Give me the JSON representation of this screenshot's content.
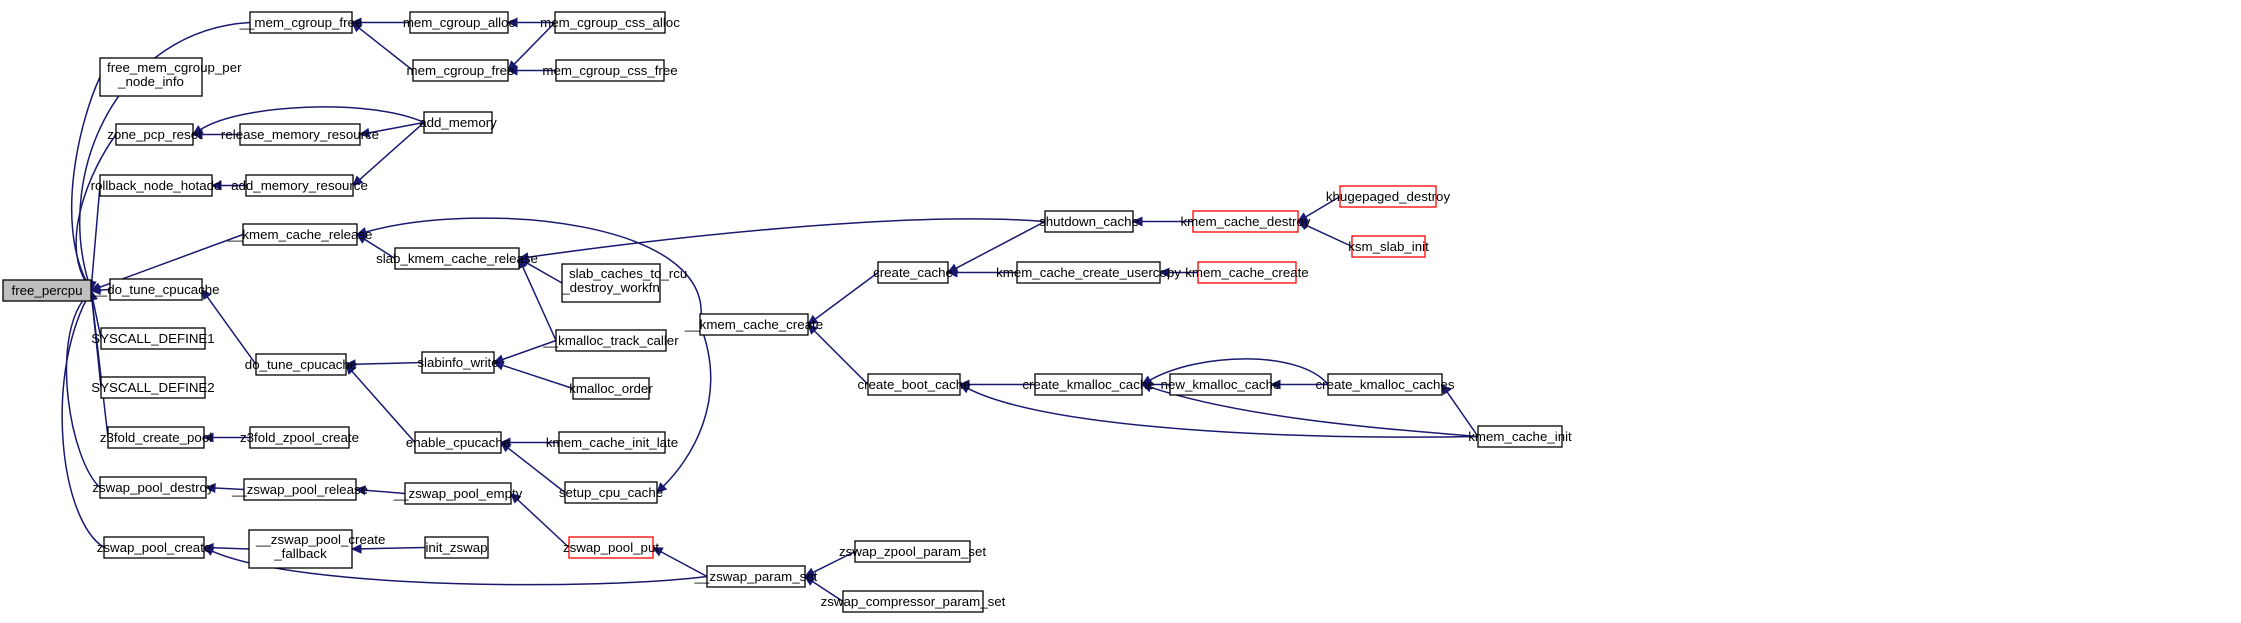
{
  "graph": {
    "nodes": [
      {
        "id": "free_percpu",
        "lines": [
          "free_percpu"
        ],
        "root": true
      },
      {
        "id": "mem_cgroup_free_",
        "lines": [
          "__mem_cgroup_free"
        ]
      },
      {
        "id": "free_mem_cgroup_per_node_info",
        "lines": [
          "free_mem_cgroup_per",
          "_node_info"
        ]
      },
      {
        "id": "zone_pcp_reset",
        "lines": [
          "zone_pcp_reset"
        ]
      },
      {
        "id": "rollback_node_hotadd",
        "lines": [
          "rollback_node_hotadd"
        ]
      },
      {
        "id": "kmem_cache_release_",
        "lines": [
          "__kmem_cache_release"
        ]
      },
      {
        "id": "do_tune_cpucache_",
        "lines": [
          "__do_tune_cpucache"
        ]
      },
      {
        "id": "SYSCALL_DEFINE1",
        "lines": [
          "SYSCALL_DEFINE1"
        ]
      },
      {
        "id": "SYSCALL_DEFINE2",
        "lines": [
          "SYSCALL_DEFINE2"
        ]
      },
      {
        "id": "z3fold_create_pool",
        "lines": [
          "z3fold_create_pool"
        ]
      },
      {
        "id": "zswap_pool_destroy",
        "lines": [
          "zswap_pool_destroy"
        ]
      },
      {
        "id": "zswap_pool_create",
        "lines": [
          "zswap_pool_create"
        ]
      },
      {
        "id": "mem_cgroup_alloc",
        "lines": [
          "mem_cgroup_alloc"
        ]
      },
      {
        "id": "mem_cgroup_free",
        "lines": [
          "mem_cgroup_free"
        ]
      },
      {
        "id": "mem_cgroup_css_alloc",
        "lines": [
          "mem_cgroup_css_alloc"
        ]
      },
      {
        "id": "mem_cgroup_css_free",
        "lines": [
          "mem_cgroup_css_free"
        ]
      },
      {
        "id": "release_memory_resource",
        "lines": [
          "release_memory_resource"
        ]
      },
      {
        "id": "add_memory",
        "lines": [
          "add_memory"
        ]
      },
      {
        "id": "add_memory_resource",
        "lines": [
          "add_memory_resource"
        ]
      },
      {
        "id": "slab_kmem_cache_release",
        "lines": [
          "slab_kmem_cache_release"
        ]
      },
      {
        "id": "slab_caches_to_rcu_destroy_workfn",
        "lines": [
          "slab_caches_to_rcu",
          "_destroy_workfn"
        ]
      },
      {
        "id": "kmalloc_track_caller_",
        "lines": [
          "__kmalloc_track_caller"
        ]
      },
      {
        "id": "kmalloc_order",
        "lines": [
          "kmalloc_order"
        ]
      },
      {
        "id": "do_tune_cpucache",
        "lines": [
          "do_tune_cpucache"
        ]
      },
      {
        "id": "slabinfo_write",
        "lines": [
          "slabinfo_write"
        ]
      },
      {
        "id": "enable_cpucache",
        "lines": [
          "enable_cpucache"
        ]
      },
      {
        "id": "kmem_cache_init_late",
        "lines": [
          "kmem_cache_init_late"
        ]
      },
      {
        "id": "setup_cpu_cache",
        "lines": [
          "setup_cpu_cache"
        ]
      },
      {
        "id": "kmem_cache_create_",
        "lines": [
          "__kmem_cache_create"
        ]
      },
      {
        "id": "z3fold_zpool_create",
        "lines": [
          "z3fold_zpool_create"
        ]
      },
      {
        "id": "zswap_pool_release_",
        "lines": [
          "__zswap_pool_release"
        ]
      },
      {
        "id": "zswap_pool_empty_",
        "lines": [
          "__zswap_pool_empty"
        ]
      },
      {
        "id": "zswap_pool_put",
        "lines": [
          "zswap_pool_put"
        ],
        "red": true
      },
      {
        "id": "zswap_pool_create_fallback_",
        "lines": [
          "__zswap_pool_create",
          "_fallback"
        ]
      },
      {
        "id": "init_zswap",
        "lines": [
          "init_zswap"
        ]
      },
      {
        "id": "zswap_param_set_",
        "lines": [
          "__zswap_param_set"
        ]
      },
      {
        "id": "zswap_zpool_param_set",
        "lines": [
          "zswap_zpool_param_set"
        ]
      },
      {
        "id": "zswap_compressor_param_set",
        "lines": [
          "zswap_compressor_param_set"
        ]
      },
      {
        "id": "create_cache",
        "lines": [
          "create_cache"
        ]
      },
      {
        "id": "create_boot_cache",
        "lines": [
          "create_boot_cache"
        ]
      },
      {
        "id": "shutdown_cache",
        "lines": [
          "shutdown_cache"
        ]
      },
      {
        "id": "kmem_cache_create_usercopy",
        "lines": [
          "kmem_cache_create_usercopy"
        ]
      },
      {
        "id": "create_kmalloc_cache",
        "lines": [
          "create_kmalloc_cache"
        ]
      },
      {
        "id": "kmem_cache_destroy",
        "lines": [
          "kmem_cache_destroy"
        ],
        "red": true
      },
      {
        "id": "kmem_cache_create",
        "lines": [
          "kmem_cache_create"
        ],
        "red": true
      },
      {
        "id": "new_kmalloc_cache",
        "lines": [
          "new_kmalloc_cache"
        ]
      },
      {
        "id": "khugepaged_destroy",
        "lines": [
          "khugepaged_destroy"
        ],
        "red": true
      },
      {
        "id": "ksm_slab_init",
        "lines": [
          "ksm_slab_init"
        ],
        "red": true
      },
      {
        "id": "create_kmalloc_caches",
        "lines": [
          "create_kmalloc_caches"
        ]
      },
      {
        "id": "kmem_cache_init",
        "lines": [
          "kmem_cache_init"
        ]
      }
    ],
    "edges": [
      {
        "from": "mem_cgroup_free_",
        "to": "free_percpu"
      },
      {
        "from": "free_mem_cgroup_per_node_info",
        "to": "free_percpu"
      },
      {
        "from": "zone_pcp_reset",
        "to": "free_percpu"
      },
      {
        "from": "rollback_node_hotadd",
        "to": "free_percpu"
      },
      {
        "from": "kmem_cache_release_",
        "to": "free_percpu"
      },
      {
        "from": "do_tune_cpucache_",
        "to": "free_percpu"
      },
      {
        "from": "SYSCALL_DEFINE1",
        "to": "free_percpu"
      },
      {
        "from": "SYSCALL_DEFINE2",
        "to": "free_percpu"
      },
      {
        "from": "z3fold_create_pool",
        "to": "free_percpu"
      },
      {
        "from": "zswap_pool_destroy",
        "to": "free_percpu"
      },
      {
        "from": "zswap_pool_create",
        "to": "free_percpu"
      },
      {
        "from": "mem_cgroup_alloc",
        "to": "mem_cgroup_free_"
      },
      {
        "from": "mem_cgroup_free",
        "to": "mem_cgroup_free_"
      },
      {
        "from": "mem_cgroup_css_alloc",
        "to": "mem_cgroup_alloc"
      },
      {
        "from": "mem_cgroup_css_alloc",
        "to": "mem_cgroup_free"
      },
      {
        "from": "mem_cgroup_css_free",
        "to": "mem_cgroup_free"
      },
      {
        "from": "release_memory_resource",
        "to": "zone_pcp_reset"
      },
      {
        "from": "add_memory",
        "to": "zone_pcp_reset"
      },
      {
        "from": "add_memory",
        "to": "release_memory_resource"
      },
      {
        "from": "add_memory_resource",
        "to": "rollback_node_hotadd"
      },
      {
        "from": "add_memory",
        "to": "add_memory_resource"
      },
      {
        "from": "slab_kmem_cache_release",
        "to": "kmem_cache_release_"
      },
      {
        "from": "kmem_cache_create_",
        "to": "kmem_cache_release_"
      },
      {
        "from": "shutdown_cache",
        "to": "slab_kmem_cache_release"
      },
      {
        "from": "slab_caches_to_rcu_destroy_workfn",
        "to": "slab_kmem_cache_release"
      },
      {
        "from": "kmalloc_track_caller_",
        "to": "slab_kmem_cache_release"
      },
      {
        "from": "do_tune_cpucache",
        "to": "do_tune_cpucache_"
      },
      {
        "from": "slabinfo_write",
        "to": "do_tune_cpucache"
      },
      {
        "from": "enable_cpucache",
        "to": "do_tune_cpucache"
      },
      {
        "from": "kmalloc_track_caller_",
        "to": "slabinfo_write"
      },
      {
        "from": "kmalloc_order",
        "to": "slabinfo_write"
      },
      {
        "from": "kmem_cache_init_late",
        "to": "enable_cpucache"
      },
      {
        "from": "setup_cpu_cache",
        "to": "enable_cpucache"
      },
      {
        "from": "kmem_cache_create_",
        "to": "setup_cpu_cache"
      },
      {
        "from": "create_cache",
        "to": "kmem_cache_create_"
      },
      {
        "from": "create_boot_cache",
        "to": "kmem_cache_create_"
      },
      {
        "from": "z3fold_zpool_create",
        "to": "z3fold_create_pool"
      },
      {
        "from": "zswap_pool_release_",
        "to": "zswap_pool_destroy"
      },
      {
        "from": "zswap_pool_empty_",
        "to": "zswap_pool_release_"
      },
      {
        "from": "zswap_pool_put",
        "to": "zswap_pool_empty_"
      },
      {
        "from": "zswap_param_set_",
        "to": "zswap_pool_put"
      },
      {
        "from": "zswap_pool_create_fallback_",
        "to": "zswap_pool_create"
      },
      {
        "from": "zswap_param_set_",
        "to": "zswap_pool_create"
      },
      {
        "from": "init_zswap",
        "to": "zswap_pool_create_fallback_"
      },
      {
        "from": "zswap_zpool_param_set",
        "to": "zswap_param_set_"
      },
      {
        "from": "zswap_compressor_param_set",
        "to": "zswap_param_set_"
      },
      {
        "from": "shutdown_cache",
        "to": "create_cache"
      },
      {
        "from": "kmem_cache_create_usercopy",
        "to": "create_cache"
      },
      {
        "from": "create_kmalloc_cache",
        "to": "create_boot_cache"
      },
      {
        "from": "kmem_cache_init",
        "to": "create_boot_cache"
      },
      {
        "from": "kmem_cache_destroy",
        "to": "shutdown_cache"
      },
      {
        "from": "kmem_cache_create",
        "to": "kmem_cache_create_usercopy"
      },
      {
        "from": "new_kmalloc_cache",
        "to": "create_kmalloc_cache"
      },
      {
        "from": "create_kmalloc_caches",
        "to": "create_kmalloc_cache"
      },
      {
        "from": "kmem_cache_init",
        "to": "create_kmalloc_cache"
      },
      {
        "from": "khugepaged_destroy",
        "to": "kmem_cache_destroy"
      },
      {
        "from": "ksm_slab_init",
        "to": "kmem_cache_destroy"
      },
      {
        "from": "create_kmalloc_caches",
        "to": "new_kmalloc_cache"
      },
      {
        "from": "kmem_cache_init",
        "to": "create_kmalloc_caches"
      }
    ],
    "colors": {
      "edge": "#191970",
      "root_fill": "#bfbfbf",
      "highlight_border": "#ff0000",
      "border": "#000000"
    }
  }
}
